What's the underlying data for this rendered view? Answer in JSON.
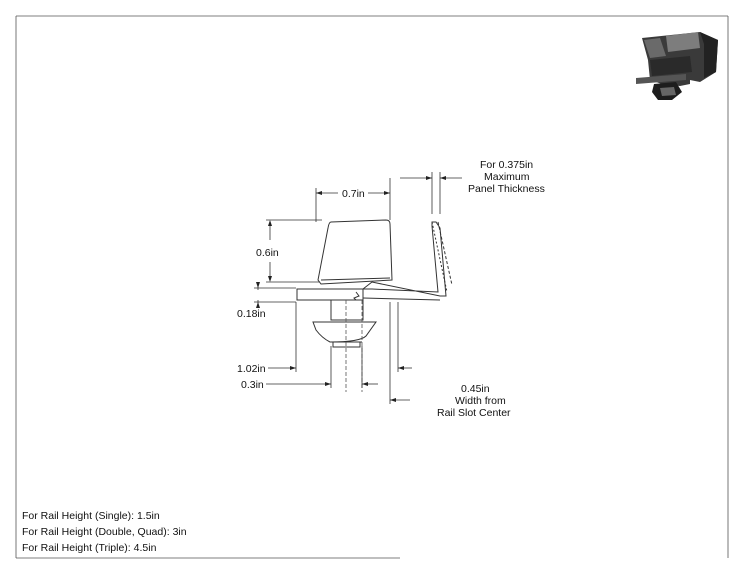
{
  "dimensions": {
    "width_top": "0.7in",
    "height_head": "0.6in",
    "flange": "0.18in",
    "overall_width": "1.02in",
    "stem_width": "0.3in",
    "slot_center_value": "0.45in",
    "slot_center_line1": "Width from",
    "slot_center_line2": "Rail Slot Center",
    "panel_line1": "For 0.375in",
    "panel_line2": "Maximum",
    "panel_line3": "Panel Thickness"
  },
  "notes": [
    "For Rail Height (Single): 1.5in",
    "For Rail Height (Double, Quad): 3in",
    "For Rail Height (Triple): 4.5in"
  ],
  "colors": {
    "line": "#333333",
    "part_dark": "#2b2b2b",
    "part_light": "#8a8a8a"
  },
  "icons": {
    "preview": "3d-part-preview-icon"
  }
}
